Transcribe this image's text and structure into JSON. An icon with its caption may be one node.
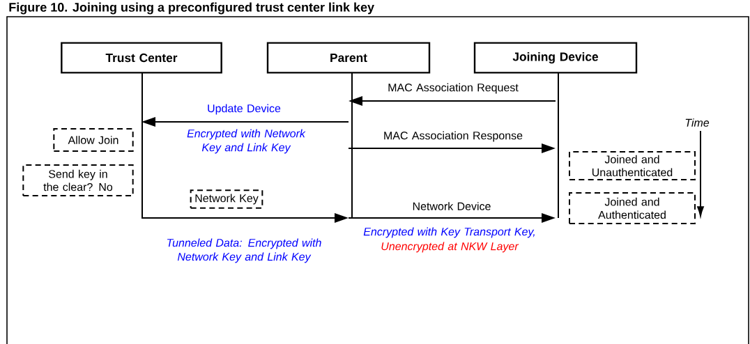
{
  "diagram": {
    "title": "Figure 10. Joining using a preconfigured trust center link key",
    "nodes": [
      {
        "text": [
          "Trust Center"
        ]
      },
      {
        "text": [
          "Parent"
        ]
      },
      {
        "text": [
          "Joining Device"
        ]
      },
      {
        "text": [
          "Allow Join"
        ]
      },
      {
        "text": [
          "Send key in the clear? No"
        ]
      },
      {
        "text": [
          "Network Key"
        ]
      },
      {
        "text": [
          "Joined and Unauthenticated"
        ]
      },
      {
        "text": [
          "Joined and Authenticated"
        ]
      }
    ],
    "edges": [
      {
        "from": 2,
        "to": 1,
        "arrow": "to",
        "label": "MAC Association Request"
      },
      {
        "from": 1,
        "to": 0,
        "arrow": "to",
        "label": "Update Device"
      },
      {
        "from": 1,
        "to": 2,
        "arrow": "to",
        "label": "MAC Association Response"
      },
      {
        "from": 0,
        "to": 1,
        "arrow": "to",
        "label": "Tunneled Data: Encrypted with Network Key and Link Key"
      },
      {
        "from": 1,
        "to": 2,
        "arrow": "to",
        "label": "Network Device"
      }
    ],
    "labels": [
      "Encrypted with Network Key and Link Key",
      "Encrypted with Key Transport Key,",
      "Unencrypted at NKW Layer",
      "Time"
    ]
  }
}
